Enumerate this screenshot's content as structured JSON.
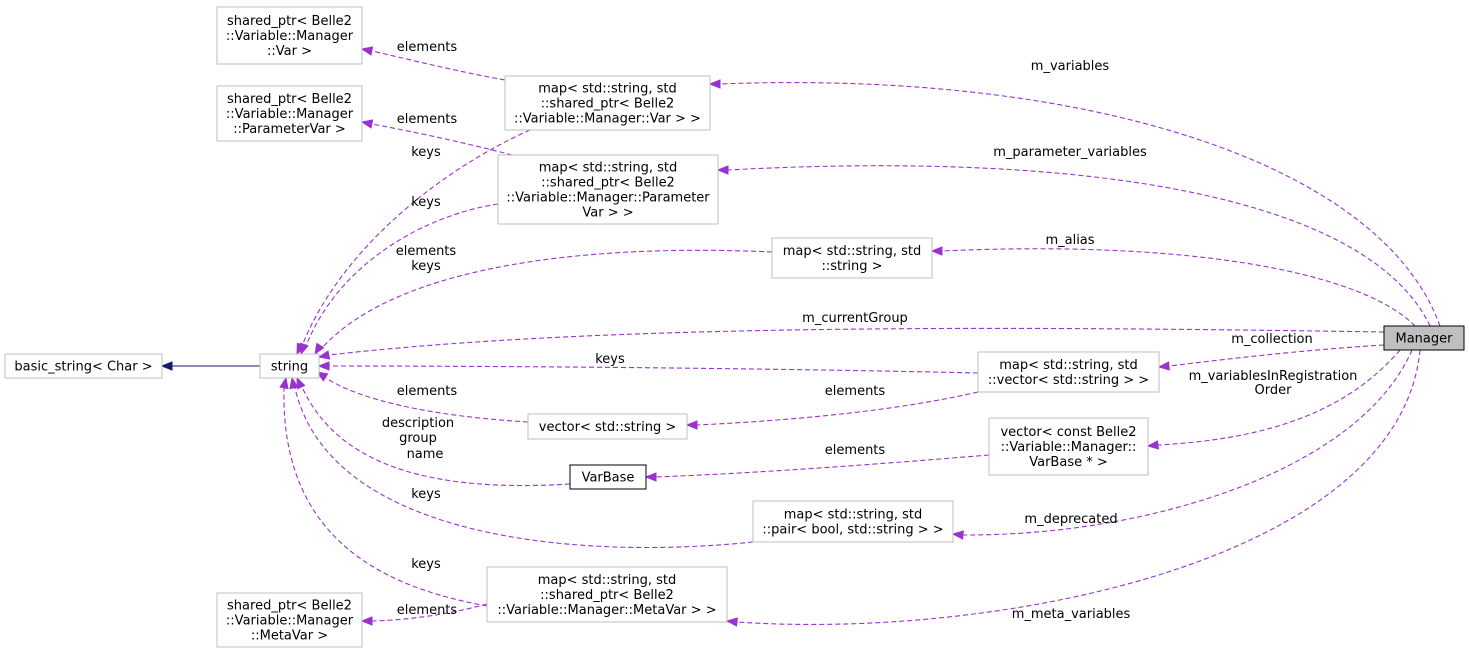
{
  "diagram": {
    "nodes": [
      {
        "id": "basic_string",
        "lines": [
          "basic_string< Char >"
        ],
        "interactable": true
      },
      {
        "id": "string",
        "lines": [
          "string"
        ],
        "interactable": true
      },
      {
        "id": "sp_var",
        "lines": [
          "shared_ptr< Belle2",
          "::Variable::Manager",
          "::Var >"
        ],
        "interactable": false
      },
      {
        "id": "sp_param",
        "lines": [
          "shared_ptr< Belle2",
          "::Variable::Manager",
          "::ParameterVar >"
        ],
        "interactable": false
      },
      {
        "id": "sp_meta",
        "lines": [
          "shared_ptr< Belle2",
          "::Variable::Manager",
          "::MetaVar >"
        ],
        "interactable": false
      },
      {
        "id": "map_var",
        "lines": [
          "map< std::string, std",
          "::shared_ptr< Belle2",
          "::Variable::Manager::Var > >"
        ],
        "interactable": false
      },
      {
        "id": "map_param",
        "lines": [
          "map< std::string, std",
          "::shared_ptr< Belle2",
          "::Variable::Manager::Parameter",
          "Var > >"
        ],
        "interactable": false
      },
      {
        "id": "map_alias",
        "lines": [
          "map< std::string, std",
          "::string >"
        ],
        "interactable": false
      },
      {
        "id": "map_coll",
        "lines": [
          "map< std::string, std",
          "::vector< std::string > >"
        ],
        "interactable": false
      },
      {
        "id": "vec_str",
        "lines": [
          "vector< std::string >"
        ],
        "interactable": false
      },
      {
        "id": "vec_varbase",
        "lines": [
          "vector< const Belle2",
          "::Variable::Manager::",
          "VarBase * >"
        ],
        "interactable": false
      },
      {
        "id": "varbase",
        "lines": [
          "VarBase"
        ],
        "interactable": true
      },
      {
        "id": "map_dep",
        "lines": [
          "map< std::string, std",
          "::pair< bool, std::string > >"
        ],
        "interactable": false
      },
      {
        "id": "map_meta",
        "lines": [
          "map< std::string, std",
          "::shared_ptr< Belle2",
          "::Variable::Manager::MetaVar > >"
        ],
        "interactable": false
      },
      {
        "id": "manager",
        "lines": [
          "Manager"
        ],
        "interactable": true
      }
    ],
    "edges": [
      {
        "id": "string-basic",
        "lines": []
      },
      {
        "id": "mvar-sp",
        "lines": [
          "elements"
        ]
      },
      {
        "id": "mparam-sp",
        "lines": [
          "elements"
        ]
      },
      {
        "id": "mmeta-sp",
        "lines": [
          "elements"
        ]
      },
      {
        "id": "mvar-string",
        "lines": [
          "keys"
        ]
      },
      {
        "id": "mparam-string",
        "lines": [
          "keys"
        ]
      },
      {
        "id": "malias-string",
        "lines": [
          "elements",
          "keys"
        ]
      },
      {
        "id": "mgr-string",
        "lines": [
          "m_currentGroup"
        ]
      },
      {
        "id": "mcoll-string",
        "lines": [
          "keys"
        ]
      },
      {
        "id": "vec-string",
        "lines": [
          "elements"
        ]
      },
      {
        "id": "vb-string",
        "lines": [
          "description",
          "group",
          "name"
        ]
      },
      {
        "id": "mdep-string",
        "lines": [
          "keys"
        ]
      },
      {
        "id": "mmeta-string",
        "lines": [
          "keys"
        ]
      },
      {
        "id": "mgr-mvar",
        "lines": [
          "m_variables"
        ]
      },
      {
        "id": "mgr-mparam",
        "lines": [
          "m_parameter_variables"
        ]
      },
      {
        "id": "mgr-malias",
        "lines": [
          "m_alias"
        ]
      },
      {
        "id": "mgr-mcoll",
        "lines": [
          "m_collection"
        ]
      },
      {
        "id": "mcoll-vec",
        "lines": [
          "elements"
        ]
      },
      {
        "id": "mgr-vvb",
        "lines": [
          "m_variablesInRegistration",
          "Order"
        ]
      },
      {
        "id": "vvb-vb",
        "lines": [
          "elements"
        ]
      },
      {
        "id": "mgr-mdep",
        "lines": [
          "m_deprecated"
        ]
      },
      {
        "id": "mgr-mmeta",
        "lines": [
          "m_meta_variables"
        ]
      }
    ]
  }
}
